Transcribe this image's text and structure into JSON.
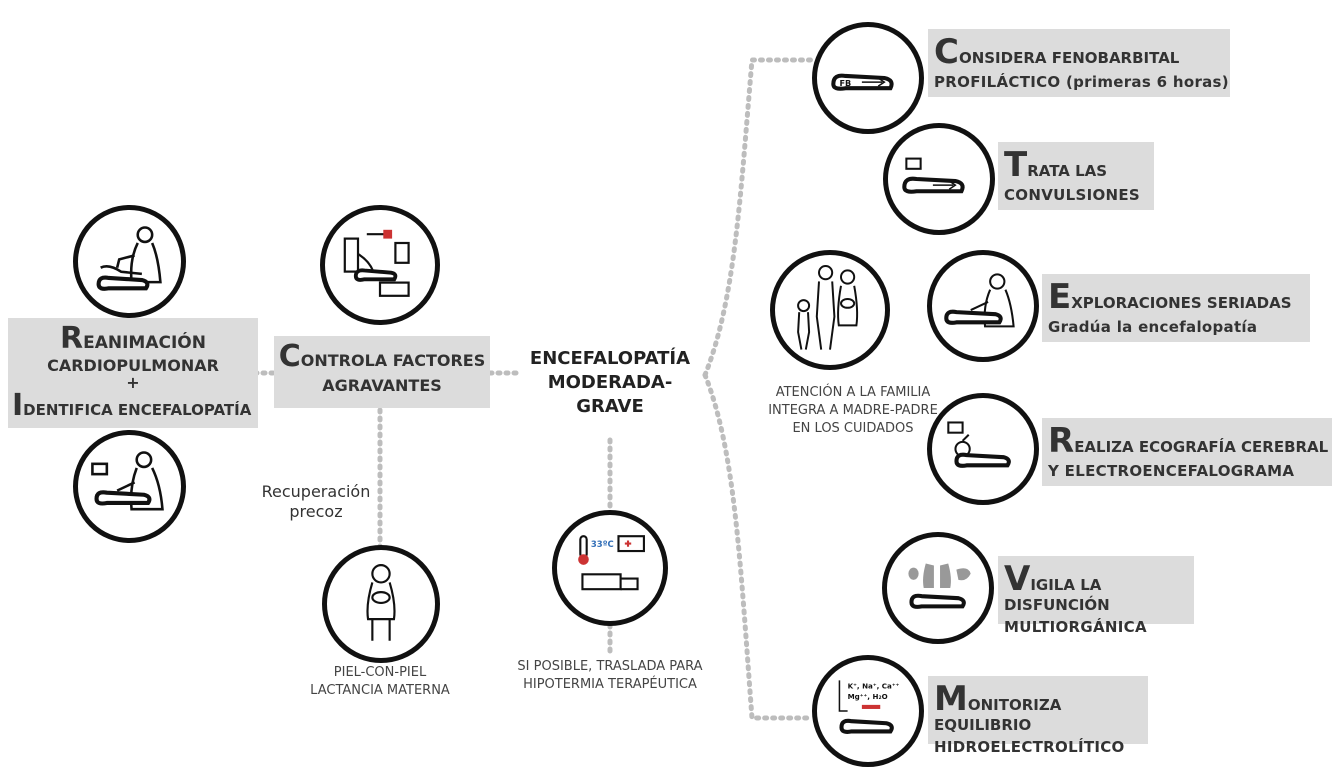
{
  "center": {
    "line1": "ENCEFALOPATÍA",
    "line2": "MODERADA-",
    "line3": "GRAVE"
  },
  "left_box": {
    "r_initial": "R",
    "r_rest": "EANIMACIÓN",
    "line2": "CARDIOPULMONAR",
    "plus": "+",
    "i_initial": "I",
    "i_rest": "DENTIFICA ENCEFALOPATÍA"
  },
  "controla_box": {
    "c_initial": "C",
    "c_rest": "ONTROLA FACTORES",
    "line2": "AGRAVANTES"
  },
  "recuperacion": {
    "line1": "Recuperación",
    "line2": "precoz"
  },
  "piel": {
    "line1": "PIEL-CON-PIEL",
    "line2": "LACTANCIA MATERNA"
  },
  "traslada": {
    "line1": "SI POSIBLE, TRASLADA PARA",
    "line2": "HIPOTERMIA TERAPÉUTICA"
  },
  "familia": {
    "line1": "ATENCIÓN A LA FAMILIA",
    "line2": "INTEGRA A MADRE-PADRE",
    "line3": "EN LOS CUIDADOS"
  },
  "hipotermia_icon": {
    "temp": "33ºC"
  },
  "fenobarbital_icon": {
    "tag": "FB"
  },
  "monitor_icon": {
    "line1": "K⁺, Na⁺, Ca⁺⁺",
    "line2": "Mg⁺⁺, H₂O"
  },
  "steps": [
    {
      "initial": "C",
      "rest": "ONSIDERA FENOBARBITAL",
      "line2": "PROFILÁCTICO (primeras 6 horas)"
    },
    {
      "initial": "T",
      "rest": "RATA LAS",
      "line2": "CONVULSIONES"
    },
    {
      "initial": "E",
      "rest": "XPLORACIONES  SERIADAS",
      "line2": "Gradúa la encefalopatía"
    },
    {
      "initial": "R",
      "rest": "EALIZA ECOGRAFÍA CEREBRAL",
      "line2": "Y ELECTROENCEFALOGRAMA"
    },
    {
      "initial": "V",
      "rest": "IGILA LA DISFUNCIÓN",
      "line2": "MULTIORGÁNICA"
    },
    {
      "initial": "M",
      "rest": "ONITORIZA EQUILIBRIO",
      "line2": "HIDROELECTROLÍTICO"
    }
  ],
  "colors": {
    "box": "#dcdcdc",
    "dots": "#bdbdbd",
    "circle": "#111111"
  }
}
